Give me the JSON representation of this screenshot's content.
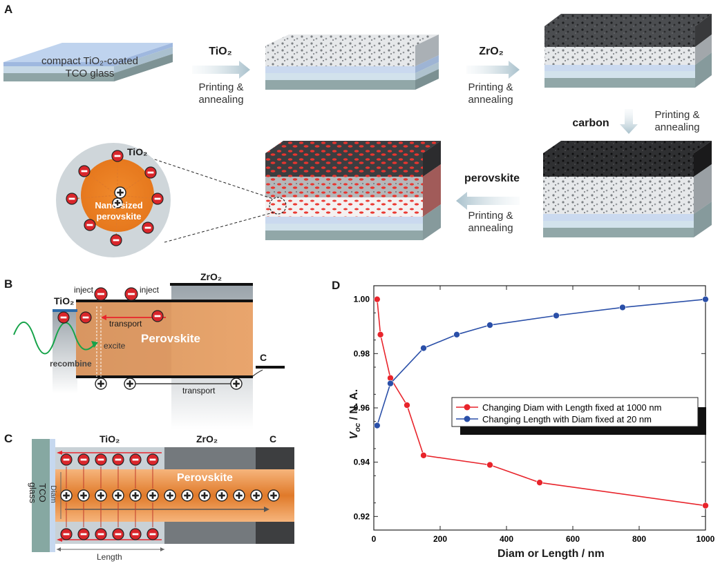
{
  "panel_labels": {
    "a": "A",
    "b": "B",
    "c": "C",
    "d": "D"
  },
  "panel_a": {
    "substrate_label": "compact TiO₂-coated TCO glass",
    "substrate_line1": "compact TiO₂-coated",
    "substrate_line2": "TCO glass",
    "step1_material": "TiO₂",
    "step2_material": "ZrO₂",
    "step3_material": "carbon",
    "step4_material": "perovskite",
    "step_action_line1": "Printing &",
    "step_action_line2": "annealing",
    "inset_tio2": "TiO₂",
    "inset_core_line1": "Nano-sized",
    "inset_core_line2": "perovskite"
  },
  "panel_b": {
    "tio2": "TiO₂",
    "zro2": "ZrO₂",
    "perovskite": "Perovskite",
    "inject_left": "inject",
    "inject_right": "inject",
    "transport_top": "transport",
    "excite": "excite",
    "recombine": "recombine",
    "c": "C",
    "transport_bottom": "transport"
  },
  "panel_c": {
    "tio2": "TiO₂",
    "zro2": "ZrO₂",
    "c": "C",
    "perovskite": "Perovskite",
    "tco_line1": "TCO",
    "tco_line2": "glass",
    "diam": "Diam",
    "length": "Length"
  },
  "chart_data": {
    "type": "line",
    "xlabel": "Diam or Length / nm",
    "ylabel": "V_oc / N. A.",
    "ylabel_main": "V",
    "ylabel_sub": "oc",
    "ylabel_rest": " / N. A.",
    "xlim": [
      0,
      1000
    ],
    "ylim": [
      0.915,
      1.005
    ],
    "xticks": [
      0,
      200,
      400,
      600,
      800,
      1000
    ],
    "yticks": [
      0.92,
      0.94,
      0.96,
      0.98,
      1.0
    ],
    "ytick_labels": [
      "0.92",
      "0.94",
      "0.96",
      "0.98",
      "1.00"
    ],
    "legend_position": "center-right",
    "series": [
      {
        "name": "Changing Diam with Length fixed at 1000 nm",
        "color": "#e8242b",
        "x": [
          10,
          20,
          50,
          100,
          150,
          350,
          500,
          1000
        ],
        "y": [
          1.0,
          0.987,
          0.971,
          0.961,
          0.9425,
          0.939,
          0.9325,
          0.924
        ]
      },
      {
        "name": "Changing Length with Diam fixed at 20 nm",
        "color": "#2a4fa8",
        "x": [
          10,
          50,
          150,
          250,
          350,
          550,
          750,
          1000
        ],
        "y": [
          0.9535,
          0.969,
          0.982,
          0.987,
          0.9905,
          0.994,
          0.997,
          1.0
        ]
      }
    ]
  }
}
